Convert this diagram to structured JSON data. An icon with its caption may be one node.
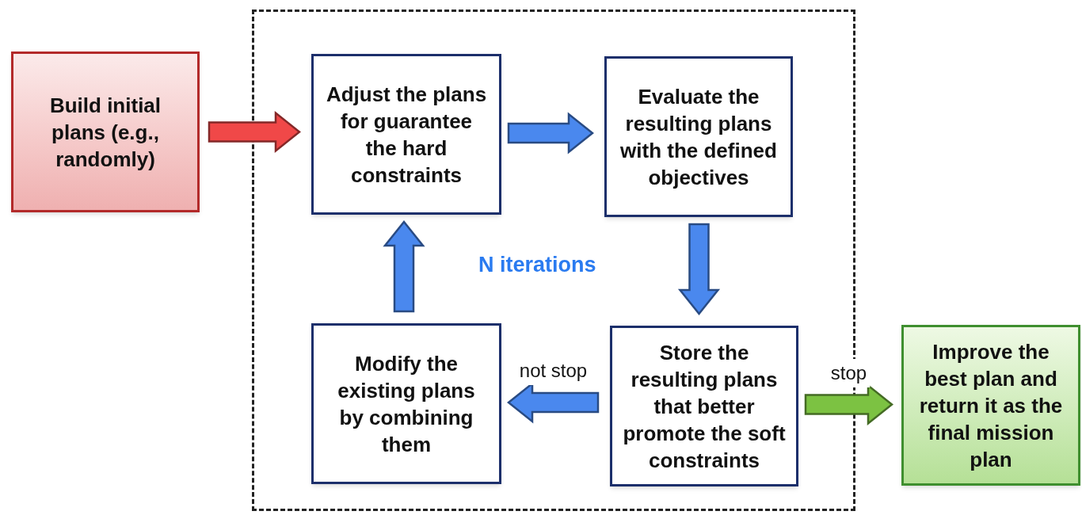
{
  "diagram": {
    "nodes": [
      {
        "text": [],
        "shape": "box"
      },
      {
        "text": [
          "Build initial plans (e.g., randomly)"
        ]
      },
      {
        "text": [
          "Adjust the plans for guarantee the hard constraints"
        ],
        "in": 0
      },
      {
        "text": [
          "Evaluate the resulting plans with the defined objectives"
        ],
        "in": 0
      },
      {
        "text": [
          "Store the resulting plans that better promote the soft constraints"
        ],
        "in": 0
      },
      {
        "text": [
          "Modify the existing plans by combining them"
        ],
        "in": 0
      },
      {
        "text": [
          "Improve the best plan and return it as the final mission plan"
        ]
      }
    ],
    "edges": [
      {
        "from": 1,
        "to": 2,
        "arrow": "to",
        "color": "#f04848"
      },
      {
        "from": 2,
        "to": 3,
        "arrow": "to"
      },
      {
        "from": 3,
        "to": 4,
        "arrow": "to"
      },
      {
        "from": 4,
        "to": 5,
        "arrow": "to",
        "label": "not stop"
      },
      {
        "from": 5,
        "to": 2,
        "arrow": "to"
      },
      {
        "from": 4,
        "to": 6,
        "arrow": "to",
        "label": "stop",
        "color": "#7cc242"
      }
    ],
    "labels": [
      "N iterations"
    ]
  }
}
